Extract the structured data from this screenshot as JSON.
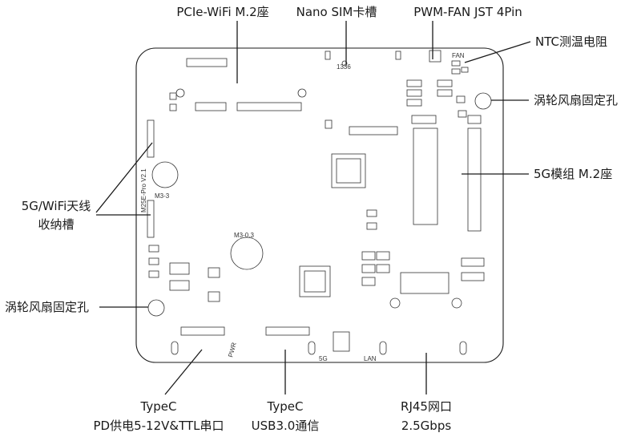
{
  "callouts": {
    "pcie_wifi": "PCIe-WiFi M.2座",
    "nano_sim": "Nano SIM卡槽",
    "pwm_fan": "PWM-FAN JST 4Pin",
    "ntc": "NTC测温电阻",
    "turbo_hole_right": "涡轮风扇固定孔",
    "m2_5g": "5G模组 M.2座",
    "antenna_line1": "5G/WiFi天线",
    "antenna_line2": "收纳槽",
    "turbo_hole_left": "涡轮风扇固定孔",
    "typec_pd_line1": "TypeC",
    "typec_pd_line2": "PD供电5-12V&TTL串口",
    "typec_usb_line1": "TypeC",
    "typec_usb_line2": "USB3.0通信",
    "rj45_line1": "RJ45网口",
    "rj45_line2": "2.5Gbps"
  },
  "silkscreen": {
    "fan": "FAN",
    "code": "1336",
    "board_version": "M25E-Pro V2.1",
    "m3_left": "M3-3",
    "m3_center": "M3-0.3",
    "pwr": "PWR",
    "fiveg": "5G",
    "lan": "LAN"
  }
}
